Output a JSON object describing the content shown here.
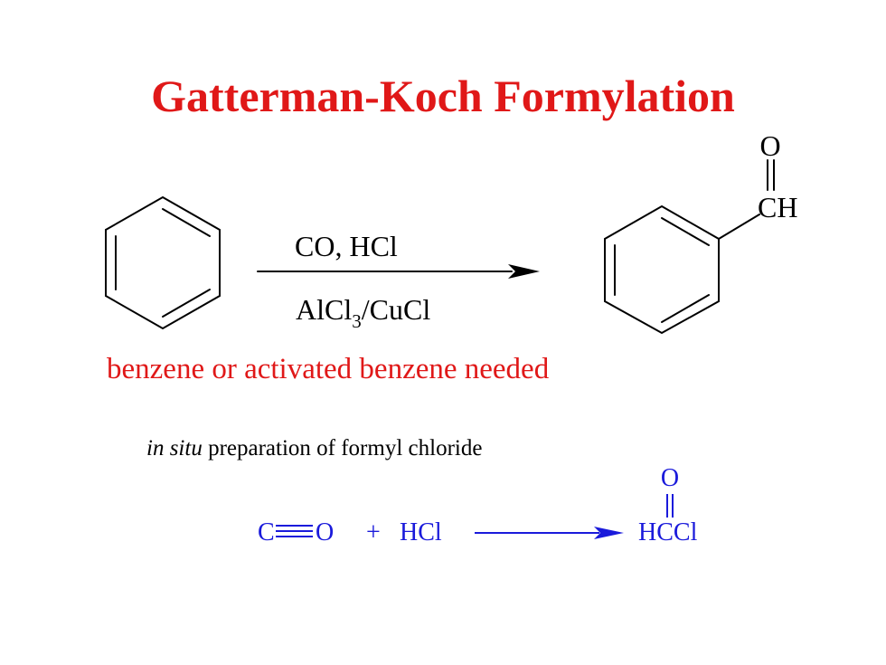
{
  "title": "Gatterman-Koch Formylation",
  "reaction1": {
    "reagents_top": "CO, HCl",
    "reagents_bottom_main": "AlCl",
    "reagents_bottom_sub": "3",
    "reagents_bottom_rest": "/CuCl",
    "product_o": "O",
    "product_ch": "CH"
  },
  "note": "benzene or activated benzene needed",
  "insitu": {
    "italic": "in situ",
    "rest": " preparation of formyl chloride"
  },
  "reaction2": {
    "c": "C",
    "o": "O",
    "plus": "+",
    "hcl": "HCl",
    "product_o": "O",
    "product": "HCCl"
  },
  "colors": {
    "title": "#e01818",
    "note": "#e01818",
    "reaction2": "#1a1adb",
    "text": "#000000"
  }
}
